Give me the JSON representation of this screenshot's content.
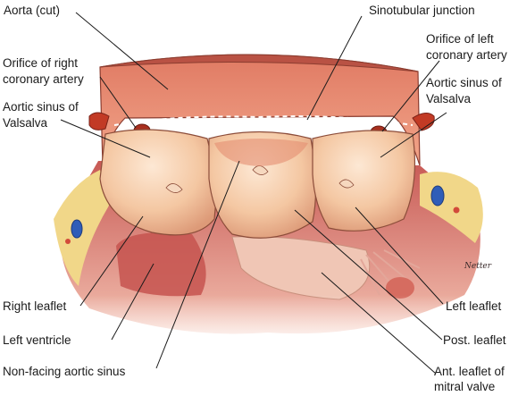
{
  "labels": {
    "aorta_cut": "Aorta (cut)",
    "sinotubular_junction": "Sinotubular junction",
    "orifice_right_1": "Orifice of right",
    "orifice_right_2": "coronary artery",
    "orifice_left_1": "Orifice of left",
    "orifice_left_2": "coronary artery",
    "sinus_valsalva_left_side_1": "Aortic sinus of",
    "sinus_valsalva_left_side_2": "Valsalva",
    "sinus_valsalva_right_side_1": "Aortic sinus of",
    "sinus_valsalva_right_side_2": "Valsalva",
    "right_leaflet": "Right leaflet",
    "left_ventricle": "Left ventricle",
    "non_facing_sinus": "Non-facing aortic sinus",
    "left_leaflet": "Left leaflet",
    "post_leaflet": "Post. leaflet",
    "ant_leaflet_1": "Ant. leaflet of",
    "ant_leaflet_2": "mitral valve"
  },
  "signature": "Netter",
  "colors": {
    "aorta": "#d8705c",
    "aorta_light": "#f0a68f",
    "leaflet": "#f4c9a6",
    "leaflet_light": "#fbe3cc",
    "muscle": "#c9605a",
    "fat": "#f2d98a",
    "vessel_blue": "#2f5db8",
    "artery_red": "#c23a25"
  }
}
